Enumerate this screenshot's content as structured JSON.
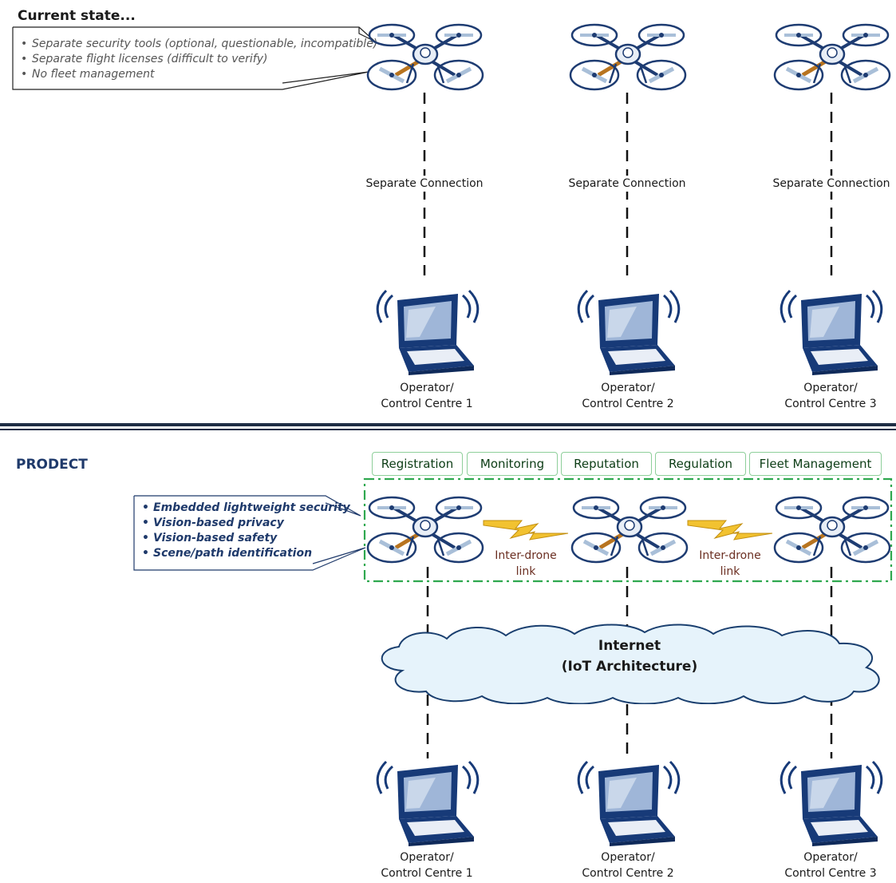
{
  "current": {
    "title": "Current state...",
    "bullets": [
      "Separate security tools (optional, questionable, incompatible)",
      "Separate flight licenses (difficult to verify)",
      "No fleet management"
    ],
    "connection_label": "Separate Connection",
    "operators": [
      {
        "line1": "Operator/",
        "line2": "Control Centre 1"
      },
      {
        "line1": "Operator/",
        "line2": "Control Centre 2"
      },
      {
        "line1": "Operator/",
        "line2": "Control Centre 3"
      }
    ]
  },
  "prodect": {
    "title": "PRODECT",
    "bullets": [
      "Embedded lightweight security",
      "Vision-based privacy",
      "Vision-based safety",
      "Scene/path identification"
    ],
    "services": [
      "Registration",
      "Monitoring",
      "Reputation",
      "Regulation",
      "Fleet Management"
    ],
    "link_label": {
      "line1": "Inter-drone",
      "line2": "link"
    },
    "cloud": {
      "line1": "Internet",
      "line2": "(IoT Architecture)"
    },
    "operators": [
      {
        "line1": "Operator/",
        "line2": "Control Centre 1"
      },
      {
        "line1": "Operator/",
        "line2": "Control Centre 2"
      },
      {
        "line1": "Operator/",
        "line2": "Control Centre 3"
      }
    ]
  },
  "colors": {
    "title_dark": "#3a3a3a",
    "prodect_blue": "#1f3a6b",
    "drone_blue": "#1e3c72",
    "laptop_navy": "#173a78",
    "green_dash": "#2fa84f",
    "lightning": "#f2c230",
    "cloud_fill": "#e6f3fb"
  },
  "icons": {
    "drone": "quadcopter-icon",
    "laptop": "laptop-wireless-icon",
    "link": "lightning-icon",
    "cloud": "cloud-icon"
  }
}
